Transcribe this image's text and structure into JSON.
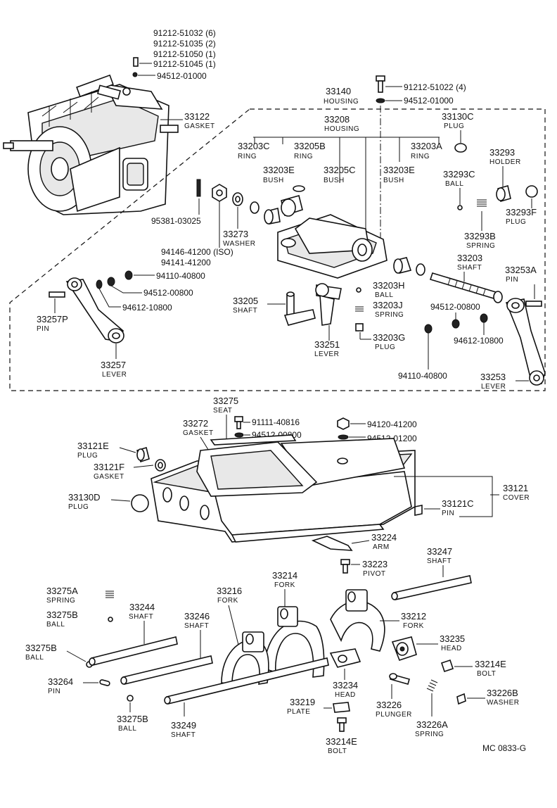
{
  "fasteners_top": [
    "91212-51032 (6)",
    "91212-51035 (2)",
    "91212-51050 (1)",
    "91212-51045 (1)",
    "94512-01000"
  ],
  "parts": {
    "p33122": {
      "num": "33122",
      "name": "GASKET"
    },
    "p33140": {
      "num": "33140",
      "name": "HOUSING"
    },
    "p33208": {
      "num": "33208",
      "name": "HOUSING"
    },
    "p33130C": {
      "num": "33130C",
      "name": "PLUG"
    },
    "p33203C": {
      "num": "33203C",
      "name": "RING"
    },
    "p33205B": {
      "num": "33205B",
      "name": "RING"
    },
    "p33203A": {
      "num": "33203A",
      "name": "RING"
    },
    "p33293": {
      "num": "33293",
      "name": "HOLDER"
    },
    "p33203E_a": {
      "num": "33203E",
      "name": "BUSH"
    },
    "p33205C": {
      "num": "33205C",
      "name": "BUSH"
    },
    "p33203E_b": {
      "num": "33203E",
      "name": "BUSH"
    },
    "p33293C": {
      "num": "33293C",
      "name": "BALL"
    },
    "p33293F": {
      "num": "33293F",
      "name": "PLUG"
    },
    "p33273": {
      "num": "33273",
      "name": "WASHER"
    },
    "p33293B": {
      "num": "33293B",
      "name": "SPRING"
    },
    "p33203": {
      "num": "33203",
      "name": "SHAFT"
    },
    "p33253A": {
      "num": "33253A",
      "name": "PIN"
    },
    "p33205": {
      "num": "33205",
      "name": "SHAFT"
    },
    "p33203H": {
      "num": "33203H",
      "name": "BALL"
    },
    "p33203J": {
      "num": "33203J",
      "name": "SPRING"
    },
    "p33203G": {
      "num": "33203G",
      "name": "PLUG"
    },
    "p33257P": {
      "num": "33257P",
      "name": "PIN"
    },
    "p33251": {
      "num": "33251",
      "name": "LEVER"
    },
    "p33257": {
      "num": "33257",
      "name": "LEVER"
    },
    "p33253": {
      "num": "33253",
      "name": "LEVER"
    },
    "p33275": {
      "num": "33275",
      "name": "SEAT"
    },
    "p33272": {
      "num": "33272",
      "name": "GASKET"
    },
    "p33121E": {
      "num": "33121E",
      "name": "PLUG"
    },
    "p33121F": {
      "num": "33121F",
      "name": "GASKET"
    },
    "p33121": {
      "num": "33121",
      "name": "COVER"
    },
    "p33130D": {
      "num": "33130D",
      "name": "PLUG"
    },
    "p33121C": {
      "num": "33121C",
      "name": "PIN"
    },
    "p33224": {
      "num": "33224",
      "name": "ARM"
    },
    "p33223": {
      "num": "33223",
      "name": "PIVOT"
    },
    "p33247": {
      "num": "33247",
      "name": "SHAFT"
    },
    "p33214": {
      "num": "33214",
      "name": "FORK"
    },
    "p33275A": {
      "num": "33275A",
      "name": "SPRING"
    },
    "p33216": {
      "num": "33216",
      "name": "FORK"
    },
    "p33244": {
      "num": "33244",
      "name": "SHAFT"
    },
    "p33246": {
      "num": "33246",
      "name": "SHAFT"
    },
    "p33275B_a": {
      "num": "33275B",
      "name": "BALL"
    },
    "p33212": {
      "num": "33212",
      "name": "FORK"
    },
    "p33235": {
      "num": "33235",
      "name": "HEAD"
    },
    "p33275B_b": {
      "num": "33275B",
      "name": "BALL"
    },
    "p33214E_a": {
      "num": "33214E",
      "name": "BOLT"
    },
    "p33264": {
      "num": "33264",
      "name": "PIN"
    },
    "p33234": {
      "num": "33234",
      "name": "HEAD"
    },
    "p33226B": {
      "num": "33226B",
      "name": "WASHER"
    },
    "p33219": {
      "num": "33219",
      "name": "PLATE"
    },
    "p33226": {
      "num": "33226",
      "name": "PLUNGER"
    },
    "p33275B_c": {
      "num": "33275B",
      "name": "BALL"
    },
    "p33249": {
      "num": "33249",
      "name": "SHAFT"
    },
    "p33226A": {
      "num": "33226A",
      "name": "SPRING"
    },
    "p33214E_b": {
      "num": "33214E",
      "name": "BOLT"
    }
  },
  "part_numbers": {
    "n91212_51022": "91212-51022 (4)",
    "n94512_01000_b": "94512-01000",
    "n95381_03025": "95381-03025",
    "n94146_41200": "94146-41200 (ISO)",
    "n94141_41200": "94141-41200",
    "n94110_40800_a": "94110-40800",
    "n94512_00800_a": "94512-00800",
    "n94612_10800_a": "94612-10800",
    "n94512_00800_b": "94512-00800",
    "n94612_10800_b": "94612-10800",
    "n94110_40800_b": "94110-40800",
    "n91111_40816": "91111-40816",
    "n94512_00800_c": "94512-00800",
    "n94120_41200": "94120-41200",
    "n94512_01200": "94512-01200"
  },
  "figure_code": "MC  0833-G"
}
